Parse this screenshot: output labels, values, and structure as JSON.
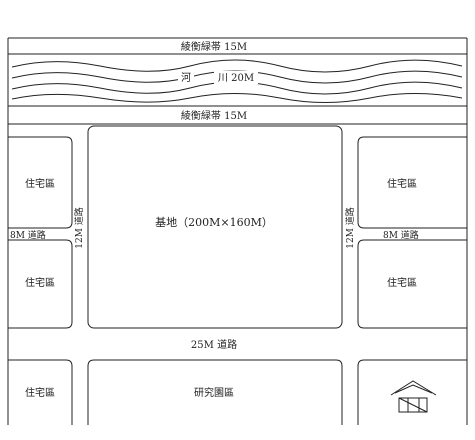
{
  "map": {
    "top_buffer_label": "綾衡緑帯 15M",
    "river_label_a": "河",
    "river_label_b": "川 20M",
    "bottom_buffer_label": "綾衡緑帯 15M",
    "residential_label": "住宅區",
    "road_12m_label": "12M 道路",
    "road_8m_label": "8M 道路",
    "site_label": "基地（200M×160M）",
    "road_25m_label": "25M 道路",
    "research_park_label": "研究園區"
  },
  "icons": [
    "house-icon"
  ]
}
